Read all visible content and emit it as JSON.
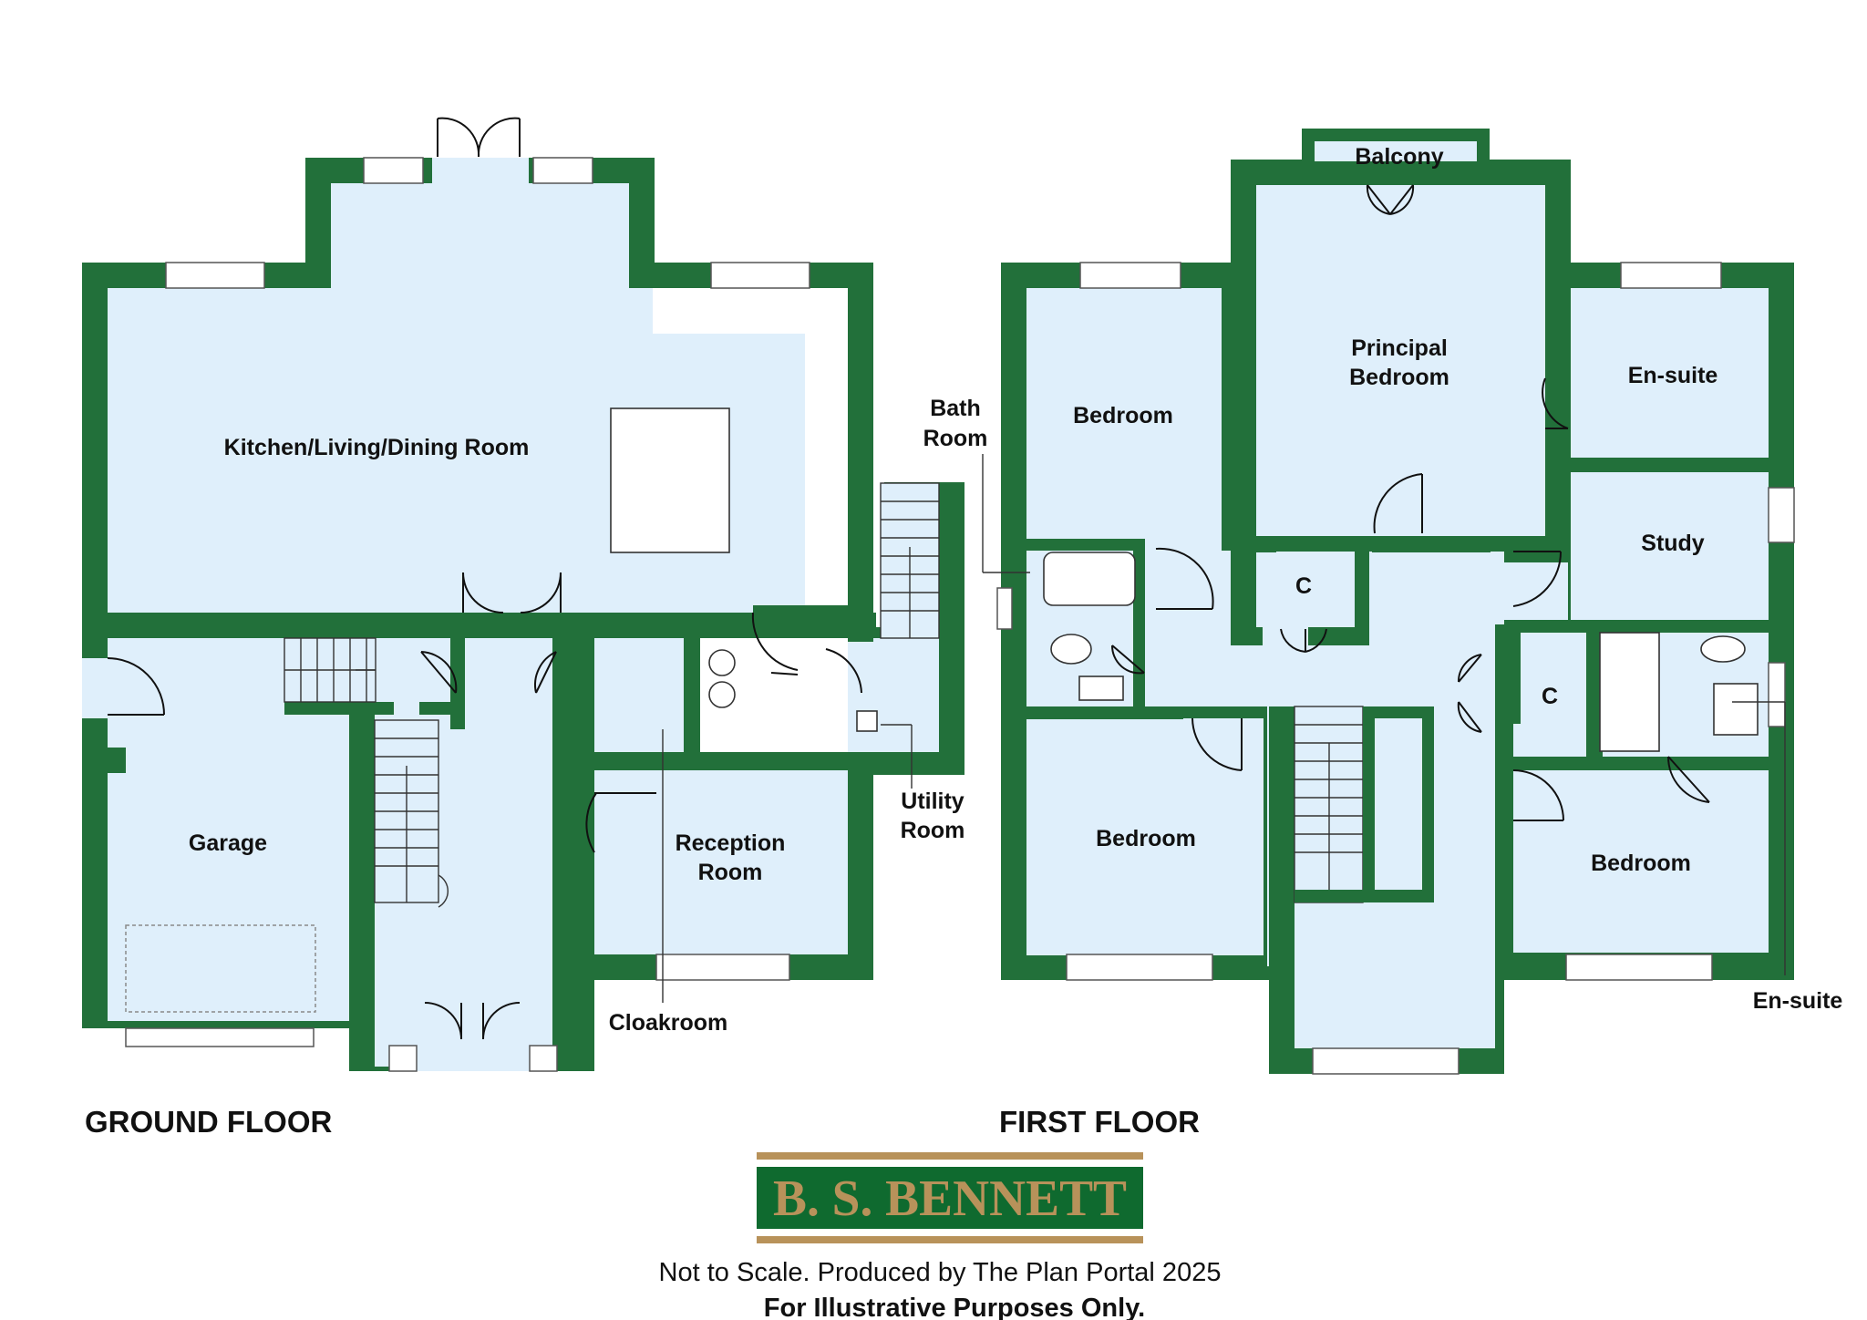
{
  "floors": {
    "ground": "GROUND FLOOR",
    "first": "FIRST FLOOR"
  },
  "rooms": {
    "kitchen": "Kitchen/Living/Dining Room",
    "garage": "Garage",
    "reception_1": "Reception",
    "reception_2": "Room",
    "utility_1": "Utility",
    "utility_2": "Room",
    "cloakroom": "Cloakroom",
    "bathroom_1": "Bath",
    "bathroom_2": "Room",
    "bedroom_a": "Bedroom",
    "bedroom_b": "Bedroom",
    "bedroom_c": "Bedroom",
    "principal_1": "Principal",
    "principal_2": "Bedroom",
    "balcony": "Balcony",
    "ensuite_top": "En-suite",
    "ensuite_bottom": "En-suite",
    "study": "Study",
    "cupboard_1": "C",
    "cupboard_2": "C"
  },
  "logo": {
    "text": "B. S. BENNETT",
    "colors": {
      "green": "#0f6a2f",
      "gold": "#b8925a"
    }
  },
  "footer": {
    "line1": "Not to Scale. Produced by The Plan Portal 2025",
    "line2": "For Illustrative Purposes Only."
  },
  "colors": {
    "wall": "#22703a",
    "floor": "#dfeffb"
  }
}
